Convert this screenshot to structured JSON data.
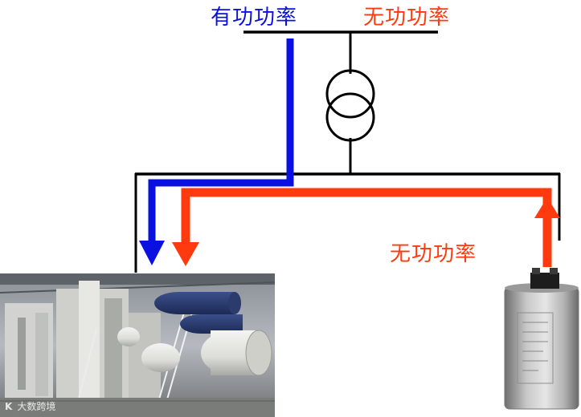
{
  "labels": {
    "active_power_top": "有功功率",
    "reactive_power_top": "无功功率",
    "reactive_power_right": "无功功率"
  },
  "watermark": {
    "mark": "K",
    "text": "大数跨境"
  },
  "colors": {
    "active_power": "#0a10e0",
    "reactive_power": "#ff3a0f",
    "bus": "#000000"
  },
  "icons": {
    "transformer": "transformer-symbol-icon",
    "capacitor": "capacitor-bank-image",
    "paper_machine": "paper-machine-photo"
  }
}
